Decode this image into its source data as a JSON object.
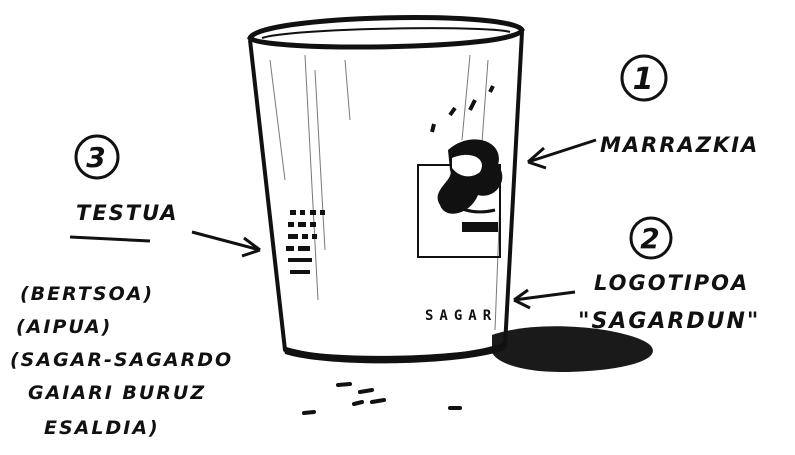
{
  "annotations": {
    "drawing": {
      "number": "1",
      "label": "MARRAZKIA"
    },
    "logo": {
      "number": "2",
      "label": "LOGOTIPOA",
      "name": "\"SAGARDUN\""
    },
    "text": {
      "number": "3",
      "label": "TESTUA",
      "notes": [
        "(BERTSOA)",
        "(AIPUA)",
        "(SAGAR-SAGARDO",
        "GAIARI BURUZ",
        "ESALDIA)"
      ]
    }
  },
  "cup": {
    "logo_print": "SAGAR"
  },
  "colors": {
    "ink": "#111111",
    "paper": "#ffffff",
    "shadow": "#1a1a1a"
  }
}
